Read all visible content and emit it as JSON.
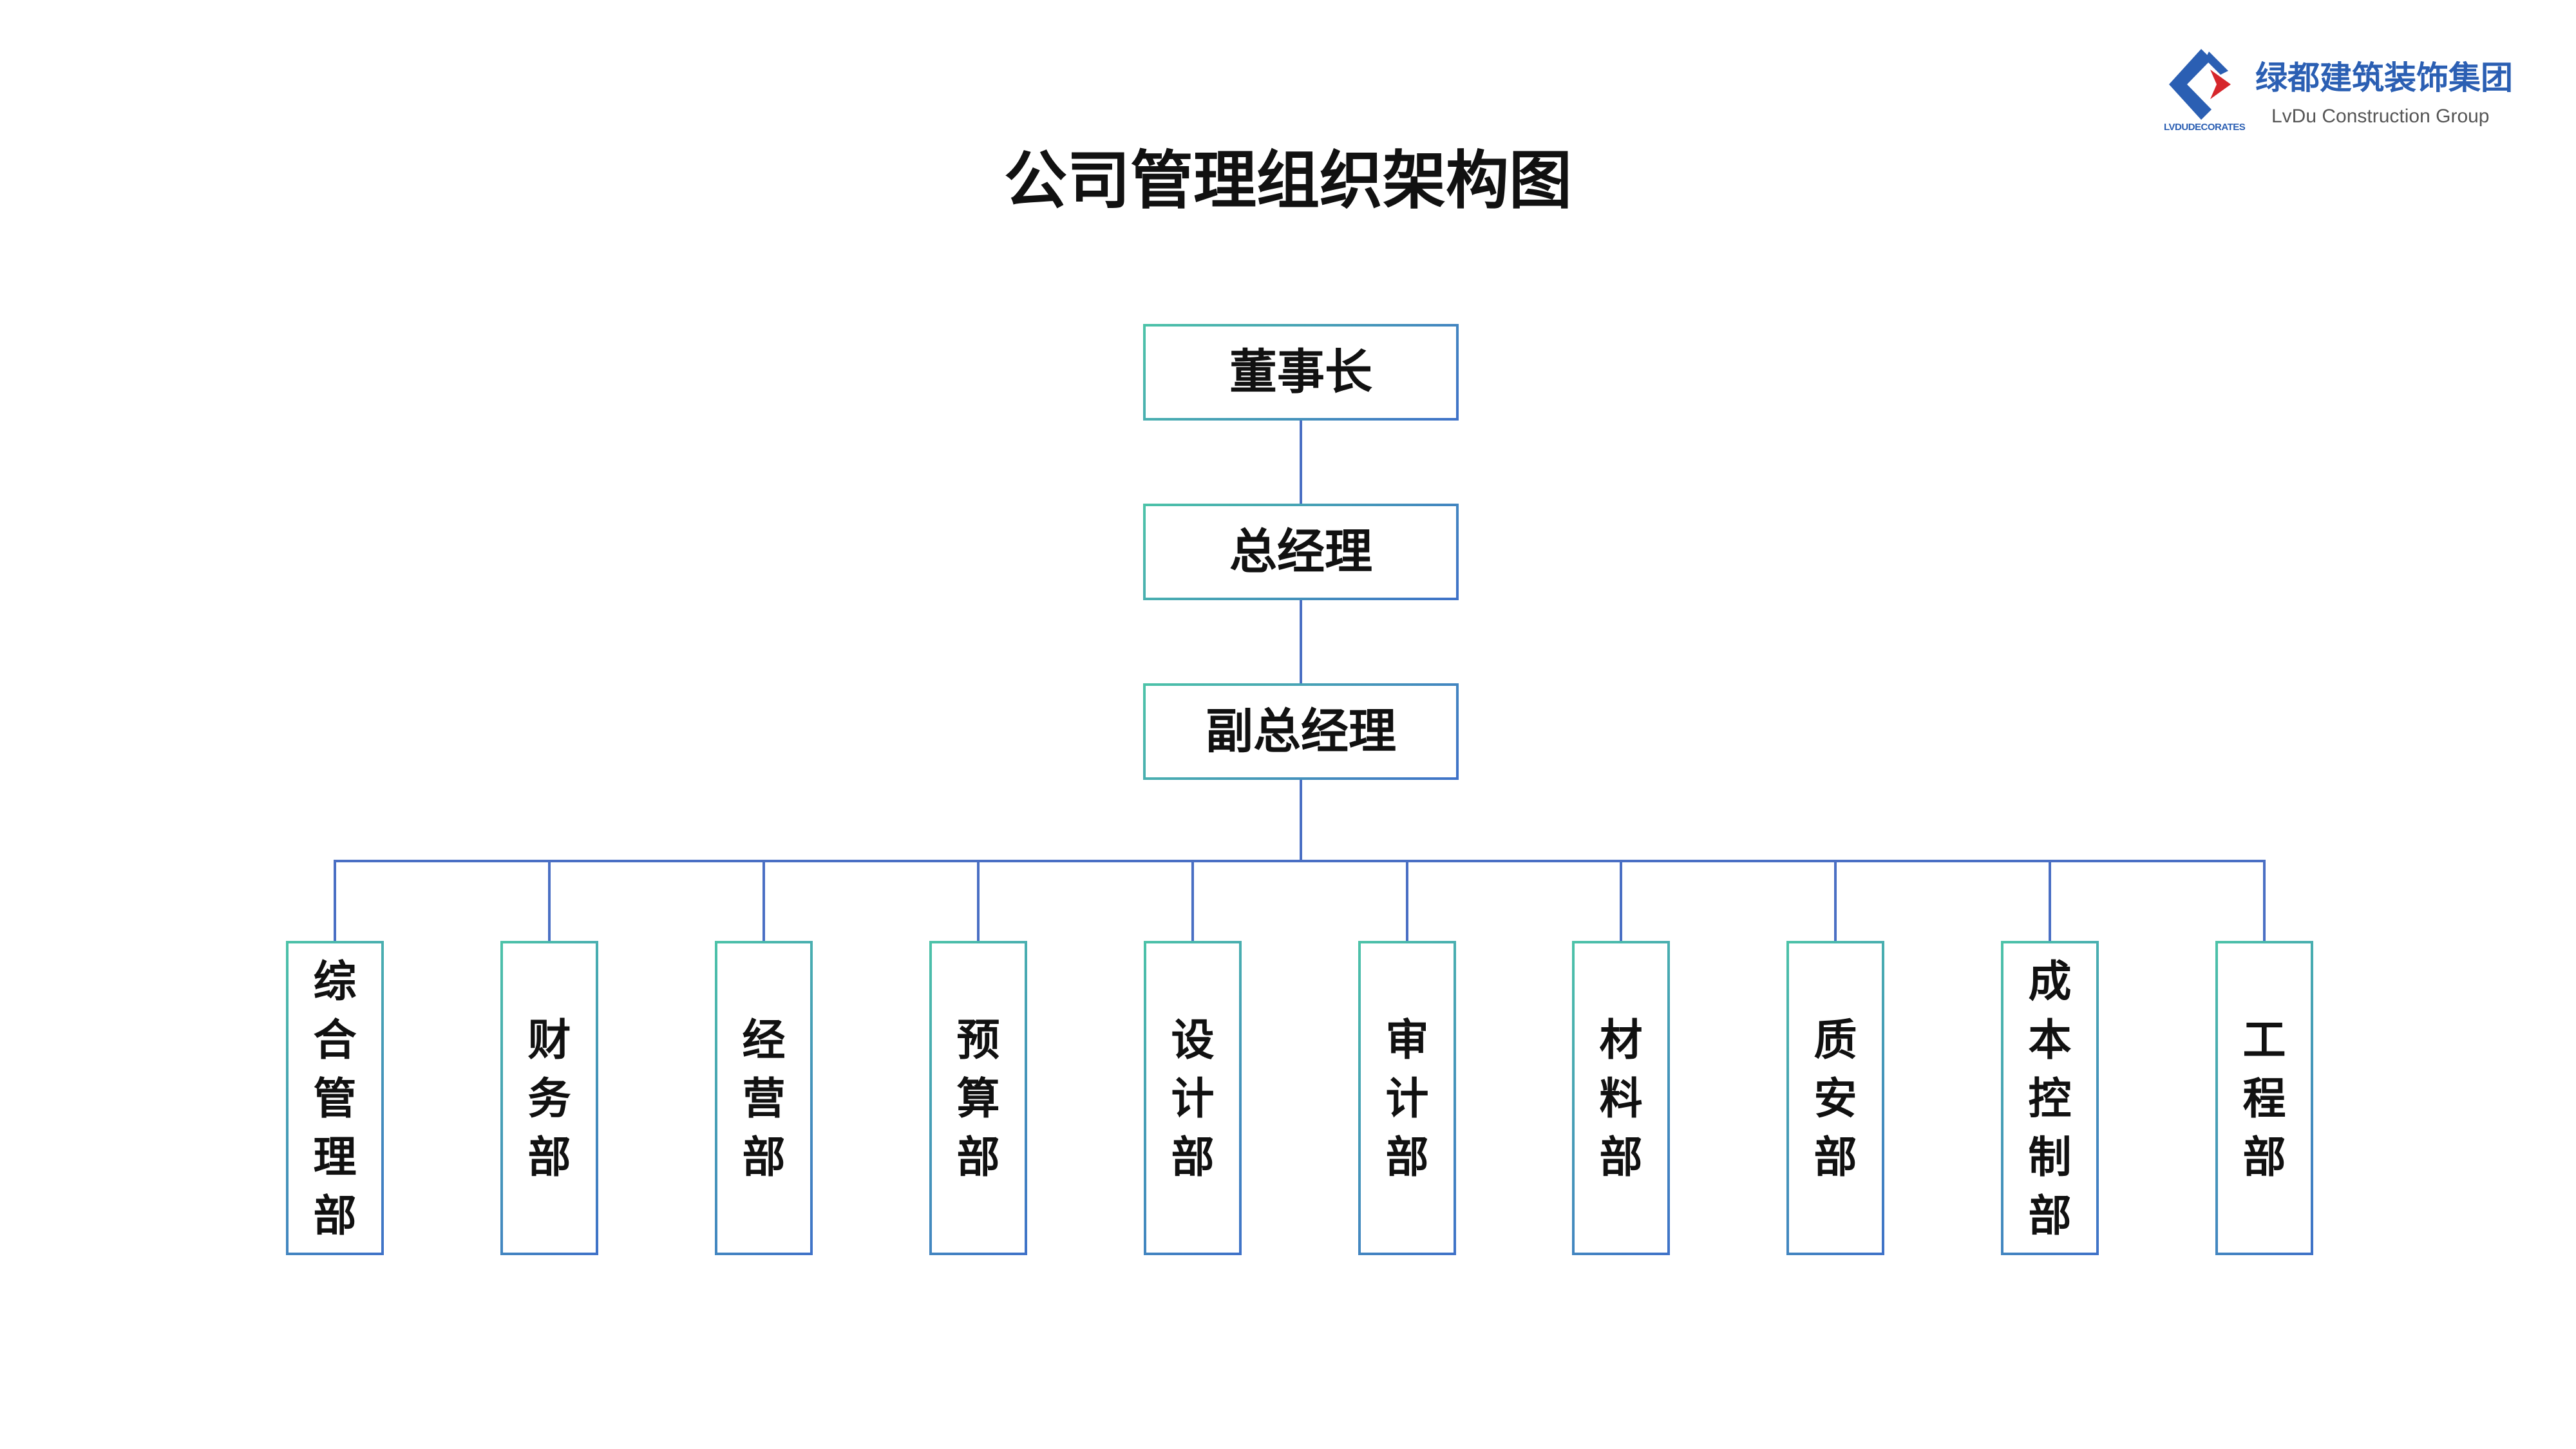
{
  "logo": {
    "name_cn": "绿都建筑装饰集团",
    "name_en": "LvDu Construction Group",
    "mark_text": "LVDUDECORATES",
    "icon": "lvdu-diamond-chevron-icon",
    "colors": {
      "blue": "#2b5fb3",
      "red": "#d6262b",
      "gray": "#555555"
    }
  },
  "title": "公司管理组织架构图",
  "org": {
    "chairman": "董事长",
    "general_manager": "总经理",
    "deputy_general_manager": "副总经理",
    "departments": [
      {
        "label": "综合管理部"
      },
      {
        "label": "财务部"
      },
      {
        "label": "经营部"
      },
      {
        "label": "预算部"
      },
      {
        "label": "设计部"
      },
      {
        "label": "审计部"
      },
      {
        "label": "材料部"
      },
      {
        "label": "质安部"
      },
      {
        "label": "成本控制部"
      },
      {
        "label": "工程部"
      }
    ]
  },
  "colors": {
    "border_start": "#4cc2a8",
    "border_end": "#3f72c8",
    "connector": "#4a6fc4",
    "text": "#111111",
    "background": "#ffffff"
  }
}
